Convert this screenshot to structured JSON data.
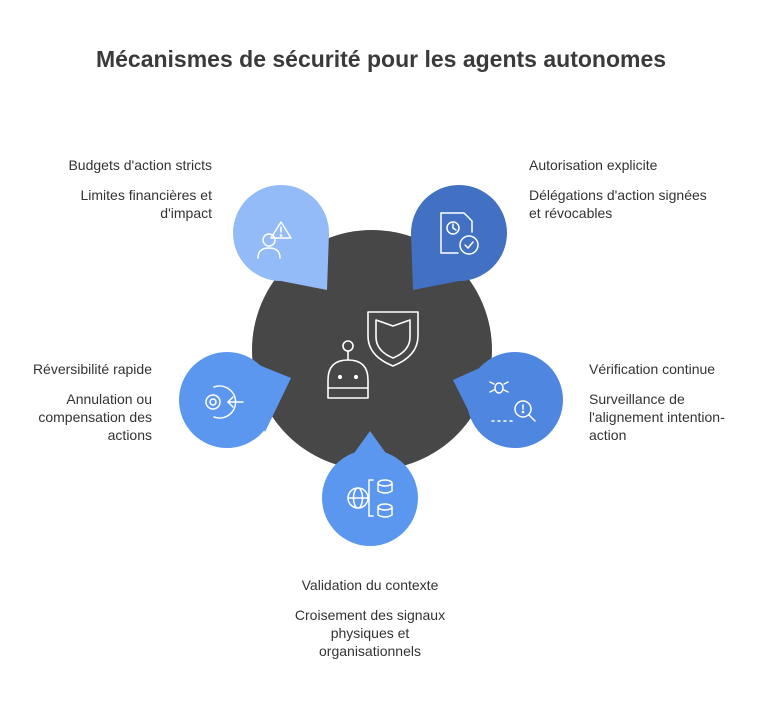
{
  "title": "Mécanismes de sécurité pour les agents autonomes",
  "colors": {
    "hub": "#474747",
    "light_blue": "#93BBF7",
    "dark_blue": "#4271C4",
    "mid_blue": "#4F86E0",
    "bright_blue": "#5C97EF",
    "white": "#ffffff"
  },
  "center": {
    "icons": [
      "robot-icon",
      "shield-icon"
    ]
  },
  "nodes": [
    {
      "id": "budgets",
      "heading": "Budgets d'action stricts",
      "description": "Limites financières et d'impact",
      "icon": "person-warning-icon"
    },
    {
      "id": "autorisation",
      "heading": "Autorisation explicite",
      "description": "Délégations d'action signées et révocables",
      "icon": "clock-document-check-icon"
    },
    {
      "id": "verification",
      "heading": "Vérification continue",
      "description": "Surveillance de l'alignement intention-action",
      "icon": "bug-search-icon"
    },
    {
      "id": "validation",
      "heading": "Validation du contexte",
      "description": "Croisement des signaux physiques et organisationnels",
      "icon": "globe-database-icon"
    },
    {
      "id": "reversibilite",
      "heading": "Réversibilité rapide",
      "description": "Annulation ou compensation des actions",
      "icon": "rewind-circle-icon"
    }
  ]
}
